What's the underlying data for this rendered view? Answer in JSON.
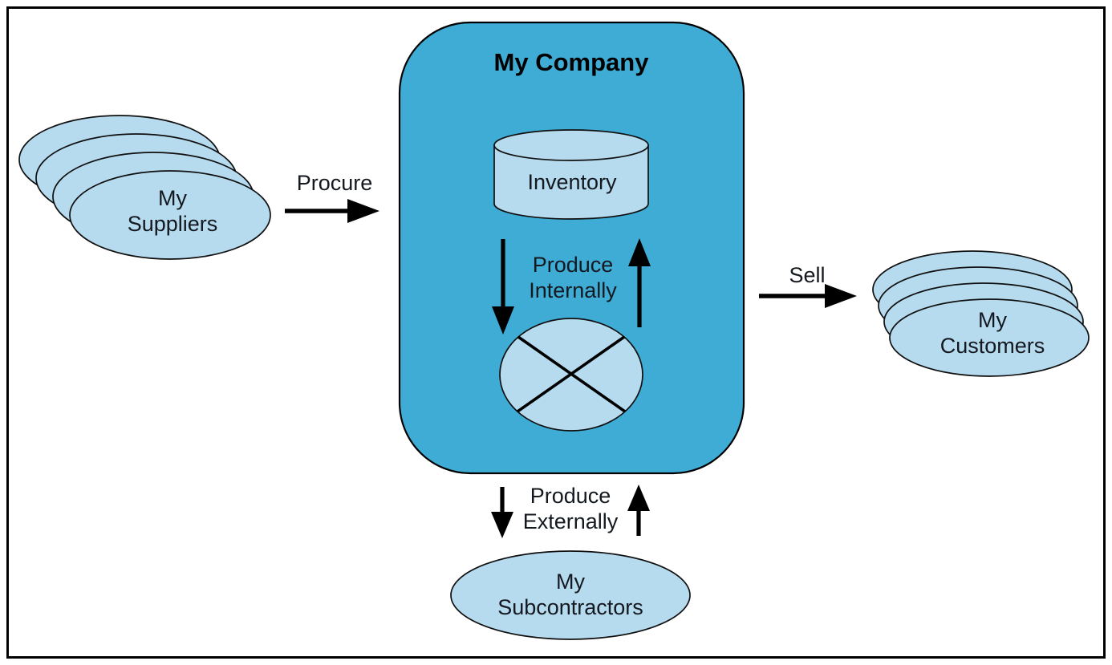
{
  "colors": {
    "company_fill": "#3FACD6",
    "entity_fill": "#B6DAEE",
    "outline": "#000000",
    "arrow": "#000000"
  },
  "company": {
    "title": "My Company",
    "inventory_label": "Inventory"
  },
  "nodes": {
    "suppliers_label": "My\nSuppliers",
    "customers_label": "My\nCustomers",
    "subcontractors_label": "My\nSubcontractors"
  },
  "flows": {
    "procure_label": "Procure",
    "sell_label": "Sell",
    "produce_internally_label": "Produce\nInternally",
    "produce_externally_label": "Produce\nExternally"
  },
  "shapes": {
    "company": "rounded-rectangle",
    "inventory": "cylinder",
    "production": "ellipse-with-x-cross",
    "suppliers": "stacked-ellipses-x4",
    "customers": "stacked-ellipses-x4",
    "subcontractors": "ellipse"
  }
}
